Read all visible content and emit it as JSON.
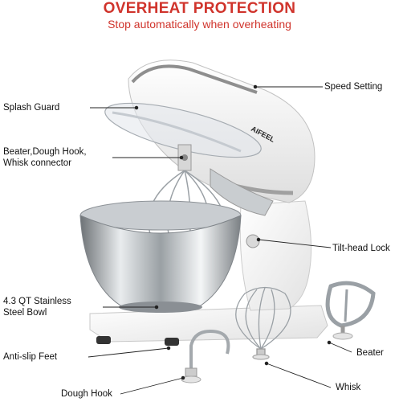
{
  "header": {
    "title": "OVERHEAT PROTECTION",
    "subtitle": "Stop automatically when overheating"
  },
  "brand": {
    "logo_text": "AIFEEL"
  },
  "callouts": {
    "speed_setting": "Speed Setting",
    "splash_guard": "Splash Guard",
    "connector_line1": "Beater,Dough Hook,",
    "connector_line2": "Whisk connector",
    "tilt_head_lock": "Tilt-head Lock",
    "bowl_line1": "4.3 QT  Stainless",
    "bowl_line2": "Steel Bowl",
    "anti_slip_feet": "Anti-slip Feet",
    "beater": "Beater",
    "whisk": "Whisk",
    "dough_hook": "Dough Hook"
  },
  "colors": {
    "accent_red": "#d0342c",
    "mixer_body": "#f3f3f3",
    "steel": "#b8bcc0",
    "leader_line": "#222222"
  }
}
